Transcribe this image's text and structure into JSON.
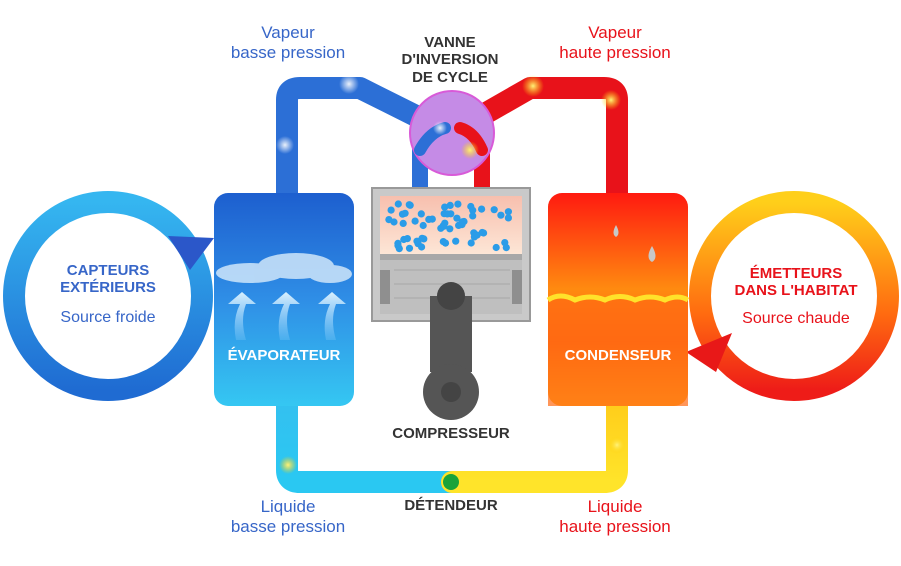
{
  "labels": {
    "vapeur_bp": [
      "Vapeur",
      "basse pression"
    ],
    "vapeur_hp": [
      "Vapeur",
      "haute pression"
    ],
    "liquide_bp": [
      "Liquide",
      "basse pression"
    ],
    "liquide_hp": [
      "Liquide",
      "haute pression"
    ],
    "vanne": [
      "VANNE",
      "D'INVERSION",
      "DE CYCLE"
    ],
    "capteurs": [
      "CAPTEURS",
      "EXTÉRIEURS"
    ],
    "source_froide": "Source froide",
    "emetteurs": [
      "ÉMETTEURS",
      "DANS L'HABITAT"
    ],
    "source_chaude": "Source chaude",
    "evaporateur": "ÉVAPORATEUR",
    "condenseur": "CONDENSEUR",
    "compresseur": "COMPRESSEUR",
    "detendeur": "DÉTENDEUR"
  },
  "colors": {
    "cold_text": "#3766c8",
    "hot_text": "#e8121a",
    "dark_text": "#333333",
    "cold_pipe": "#2c6fd6",
    "hot_pipe": "#e8121a",
    "valve": "#c58be6",
    "detendeur_dot": "#1aa33a"
  }
}
